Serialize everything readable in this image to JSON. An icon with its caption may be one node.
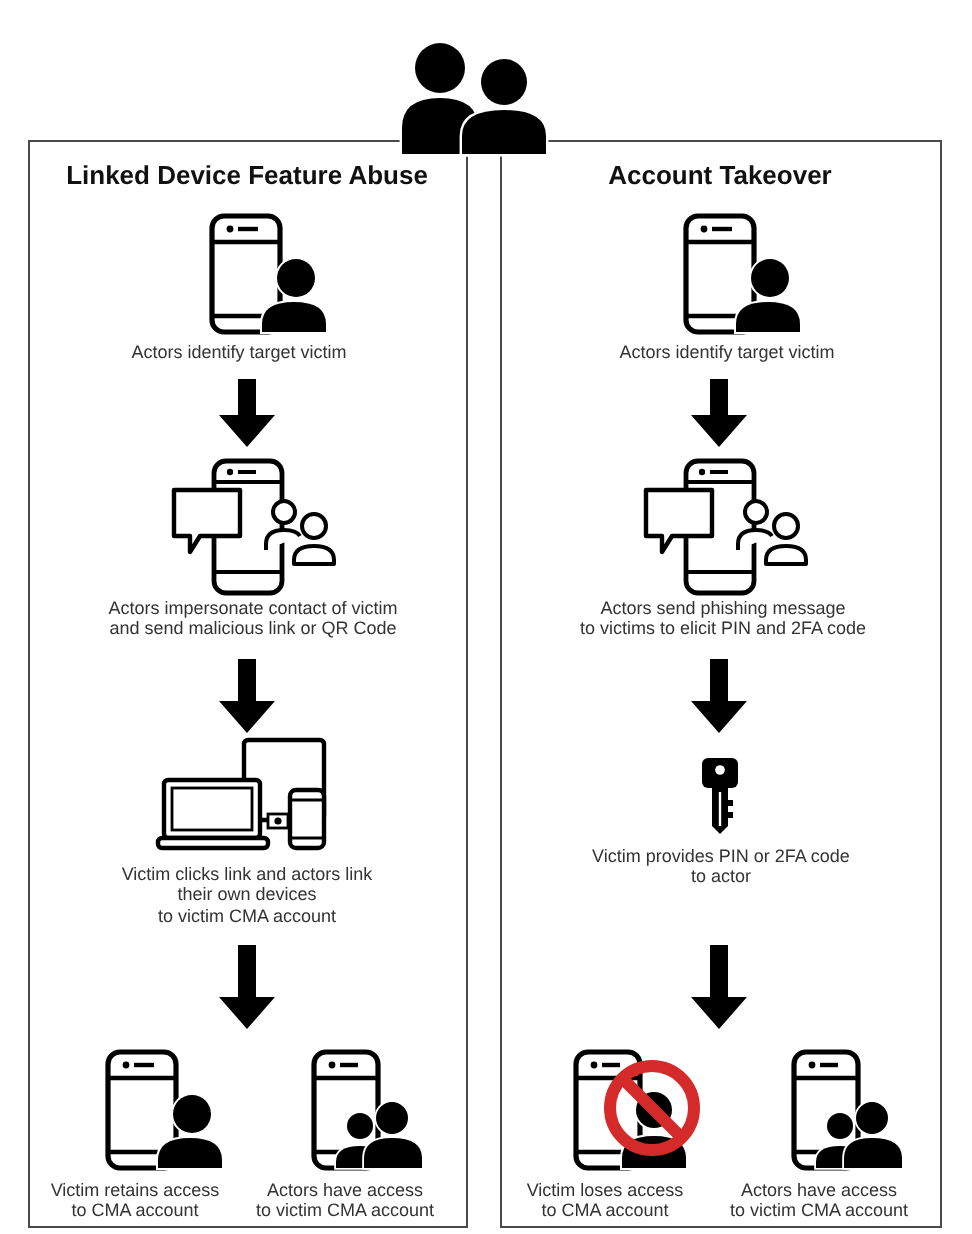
{
  "diagram": {
    "nodes": [
      {
        "text": [
          "Linked Device Feature Abuse"
        ]
      },
      {
        "text": [
          "Actors identify target victim"
        ],
        "in": 0
      },
      {
        "text": [
          "Actors impersonate contact of victim and send malicious link or QR Code"
        ],
        "in": 0
      },
      {
        "text": [
          "Victim clicks link and actors link their own devices to victim CMA account"
        ],
        "in": 0
      },
      {
        "text": [
          "Victim retains access to CMA account"
        ],
        "in": 0
      },
      {
        "text": [
          "Actors have access to victim CMA account"
        ],
        "in": 0
      },
      {
        "text": [
          "Account Takeover"
        ]
      },
      {
        "text": [
          "Actors identify target victim"
        ],
        "in": 6
      },
      {
        "text": [
          "Actors send phishing message to victims to elicit PIN and 2FA code"
        ],
        "in": 6
      },
      {
        "text": [
          "Victim provides PIN or 2FA code to actor"
        ],
        "in": 6
      },
      {
        "text": [
          "Victim loses access to CMA account"
        ],
        "in": 6
      },
      {
        "text": [
          "Actors have access to victim CMA account"
        ],
        "in": 6
      }
    ],
    "edges": [
      {
        "from": 1,
        "to": 2,
        "arrow": "to"
      },
      {
        "from": 2,
        "to": 3,
        "arrow": "to"
      },
      {
        "from": 3,
        "to": 4,
        "arrow": "to"
      },
      {
        "from": 3,
        "to": 5,
        "arrow": "to"
      },
      {
        "from": 7,
        "to": 8,
        "arrow": "to"
      },
      {
        "from": 8,
        "to": 9,
        "arrow": "to"
      },
      {
        "from": 9,
        "to": 10,
        "arrow": "to"
      },
      {
        "from": 9,
        "to": 11,
        "arrow": "to"
      }
    ]
  }
}
